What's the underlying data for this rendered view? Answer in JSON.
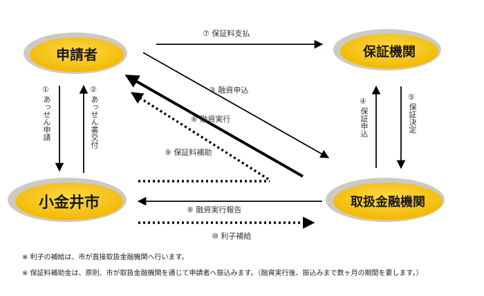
{
  "nodes": {
    "applicant": "申請者",
    "guarantor": "保証機関",
    "city": "小金井市",
    "bank": "取扱金融機関"
  },
  "edges": {
    "e1_num": "①",
    "e1_text": "あっせん申請",
    "e2_num": "②",
    "e2_text": "あっせん書交付",
    "e3": "③ 融資申込",
    "e4_num": "④",
    "e4_text": "保証申込",
    "e5_num": "⑤",
    "e5_text": "保証決定",
    "e6": "⑥ 融資実行",
    "e7": "⑦ 保証料支払",
    "e8": "⑧ 融資実行報告",
    "e9": "⑨ 保証料補助",
    "e10": "⑩ 利子補給"
  },
  "notes": [
    "※ 利子の補給は、市が直接取扱金融機関へ行います。",
    "※ 保証料補助金は、原則、市が取扱金融機関を通じて申請者へ振込みます。（融資実行後、振込みまで数ヶ月の期間を要します。）"
  ],
  "colors": {
    "node_fill": "#f5c518",
    "node_rim": "#c9c4b8",
    "arrow": "#000000"
  }
}
